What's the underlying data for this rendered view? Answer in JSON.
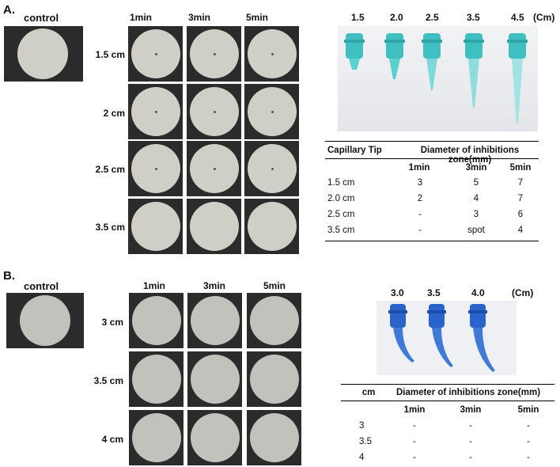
{
  "panelA": {
    "letter": "A.",
    "control_label": "control",
    "time_headers": [
      "1min",
      "3min",
      "5min"
    ],
    "row_labels": [
      "1.5 cm",
      "2 cm",
      "2.5 cm",
      "3.5 cm"
    ],
    "tip_labels": [
      "1.5",
      "2.0",
      "2.5",
      "3.5",
      "4.5"
    ],
    "tip_unit": "(Cm)",
    "table": {
      "col1_header": "Capillary Tip",
      "group_header": "Diameter of inhibitions zone(mm)",
      "sub_headers": [
        "1min",
        "3min",
        "5min"
      ],
      "rows": [
        {
          "label": "1.5 cm",
          "values": [
            "3",
            "5",
            "7"
          ]
        },
        {
          "label": "2.0 cm",
          "values": [
            "2",
            "4",
            "7"
          ]
        },
        {
          "label": "2.5 cm",
          "values": [
            "-",
            "3",
            "6"
          ]
        },
        {
          "label": "3.5 cm",
          "values": [
            "-",
            "spot",
            "4"
          ]
        }
      ]
    }
  },
  "panelB": {
    "letter": "B.",
    "control_label": "control",
    "time_headers": [
      "1min",
      "3min",
      "5min"
    ],
    "row_labels": [
      "3 cm",
      "3.5 cm",
      "4 cm"
    ],
    "tip_labels": [
      "3.0",
      "3.5",
      "4.0"
    ],
    "tip_unit": "(Cm)",
    "table": {
      "col1_header": "cm",
      "group_header": "Diameter of inhibitions zone(mm)",
      "sub_headers": [
        "1min",
        "3min",
        "5min"
      ],
      "rows": [
        {
          "label": "3",
          "values": [
            "-",
            "-",
            "-"
          ]
        },
        {
          "label": "3.5",
          "values": [
            "-",
            "-",
            "-"
          ]
        },
        {
          "label": "4",
          "values": [
            "-",
            "-",
            "-"
          ]
        }
      ]
    }
  },
  "colors": {
    "tile_bg": "#2b2b2b",
    "disc_a": "#cfcfc8",
    "disc_b": "#c2c2bc",
    "tip_teal": "#3fbfc0",
    "tip_blue": "#2a63c9"
  }
}
